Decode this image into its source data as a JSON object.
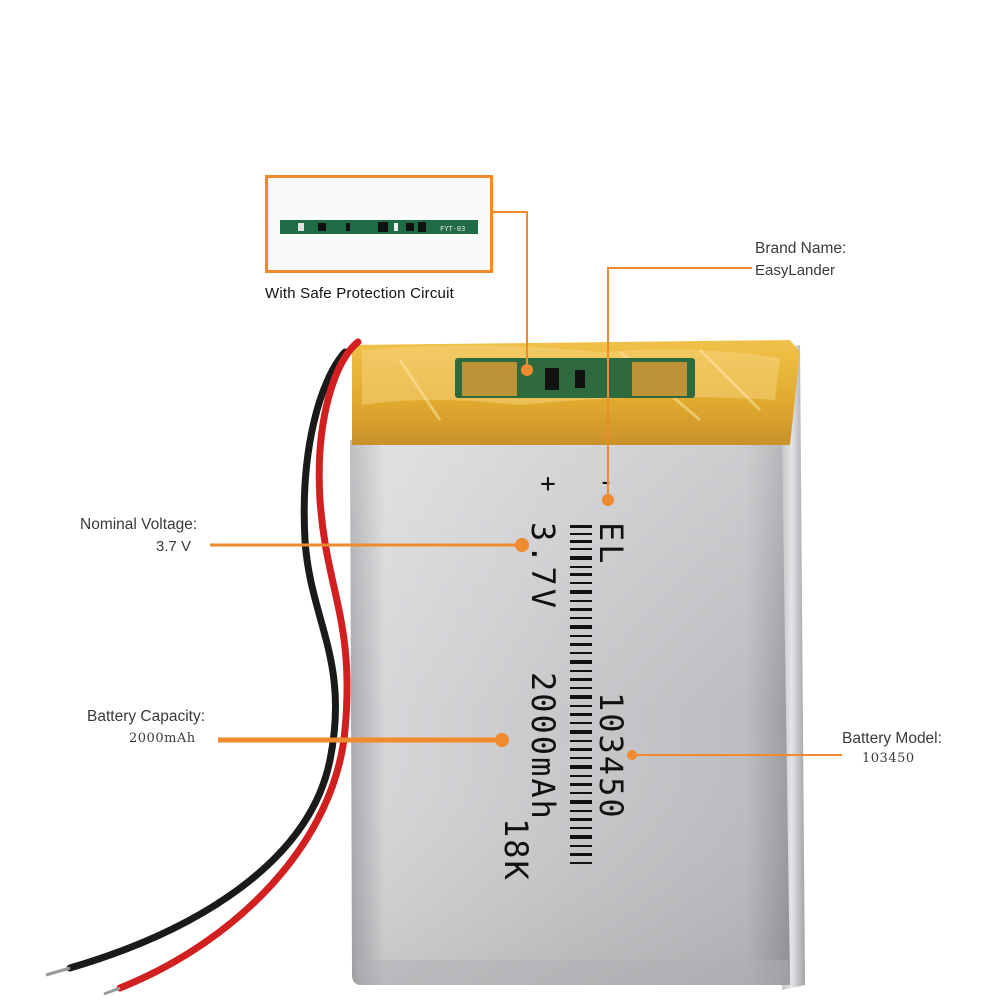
{
  "callouts": {
    "protection_caption": "With Safe Protection Circuit",
    "brand": {
      "label": "Brand Name:",
      "value": "EasyLander"
    },
    "voltage": {
      "label": "Nominal Voltage:",
      "value": "3.7 V"
    },
    "capacity": {
      "label": "Battery Capacity:",
      "value": "2000mAh"
    },
    "model": {
      "label": "Battery Model:",
      "value": "103450"
    }
  },
  "battery_print": {
    "plus": "+",
    "minus": "-",
    "brand_mark": "EL",
    "model": "103450",
    "voltage": "3.7V",
    "capacity": "2000mAh",
    "code": "18K"
  },
  "pcb_marks": {
    "part": "FYT-03"
  },
  "colors": {
    "accent": "#ef8a2e",
    "label_text": "#3a3a3a",
    "cell_silver": "#c9c9cc",
    "kapton_tape": "#e8b53a",
    "wire_red": "#d21f1f",
    "wire_black": "#1a1a1a",
    "pcb_green": "#1f6b45"
  }
}
